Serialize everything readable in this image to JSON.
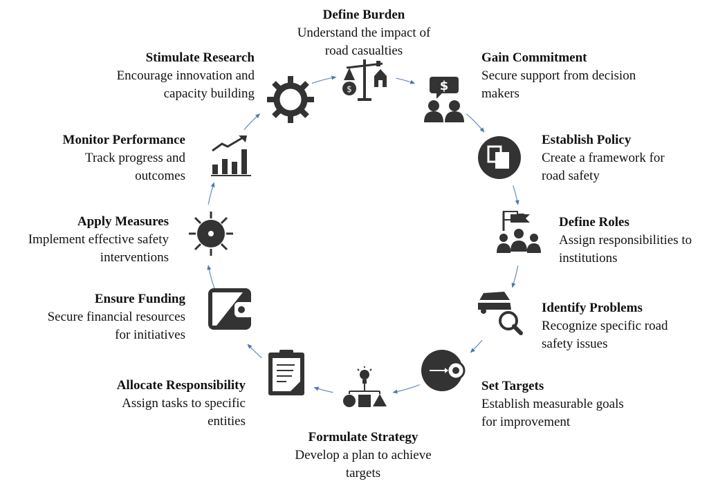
{
  "steps": [
    {
      "id": "define-burden",
      "title": "Define Burden",
      "desc": "Understand the impact of\nroad casualties",
      "icon": "scales-icon"
    },
    {
      "id": "gain-commitment",
      "title": "Gain Commitment",
      "desc": "Secure support from decision\nmakers",
      "icon": "speech-people-icon"
    },
    {
      "id": "establish-policy",
      "title": "Establish Policy",
      "desc": "Create a framework for\nroad safety",
      "icon": "documents-icon"
    },
    {
      "id": "define-roles",
      "title": "Define Roles",
      "desc": "Assign responsibilities to\ninstitutions",
      "icon": "team-flag-icon"
    },
    {
      "id": "identify-problems",
      "title": "Identify Problems",
      "desc": "Recognize specific road\nsafety issues",
      "icon": "car-search-icon"
    },
    {
      "id": "set-targets",
      "title": "Set Targets",
      "desc": "Establish measurable goals\nfor improvement",
      "icon": "target-arrow-icon"
    },
    {
      "id": "formulate-strategy",
      "title": "Formulate Strategy",
      "desc": "Develop a plan to achieve\ntargets",
      "icon": "strategy-shapes-icon"
    },
    {
      "id": "allocate-responsibility",
      "title": "Allocate Responsibility",
      "desc": "Assign tasks to specific\nentities",
      "icon": "clipboard-icon"
    },
    {
      "id": "ensure-funding",
      "title": "Ensure Funding",
      "desc": "Secure financial resources\nfor initiatives",
      "icon": "wallet-icon"
    },
    {
      "id": "apply-measures",
      "title": "Apply Measures",
      "desc": "Implement effective safety\ninterventions",
      "icon": "virus-target-icon"
    },
    {
      "id": "monitor-performance",
      "title": "Monitor Performance",
      "desc": "Track progress and\noutcomes",
      "icon": "growth-chart-icon"
    },
    {
      "id": "stimulate-research",
      "title": "Stimulate Research",
      "desc": "Encourage innovation and\ncapacity building",
      "icon": "gear-icon"
    }
  ],
  "colors": {
    "icon": "#333333",
    "arrow": "#6f93c4",
    "text": "#111111"
  }
}
